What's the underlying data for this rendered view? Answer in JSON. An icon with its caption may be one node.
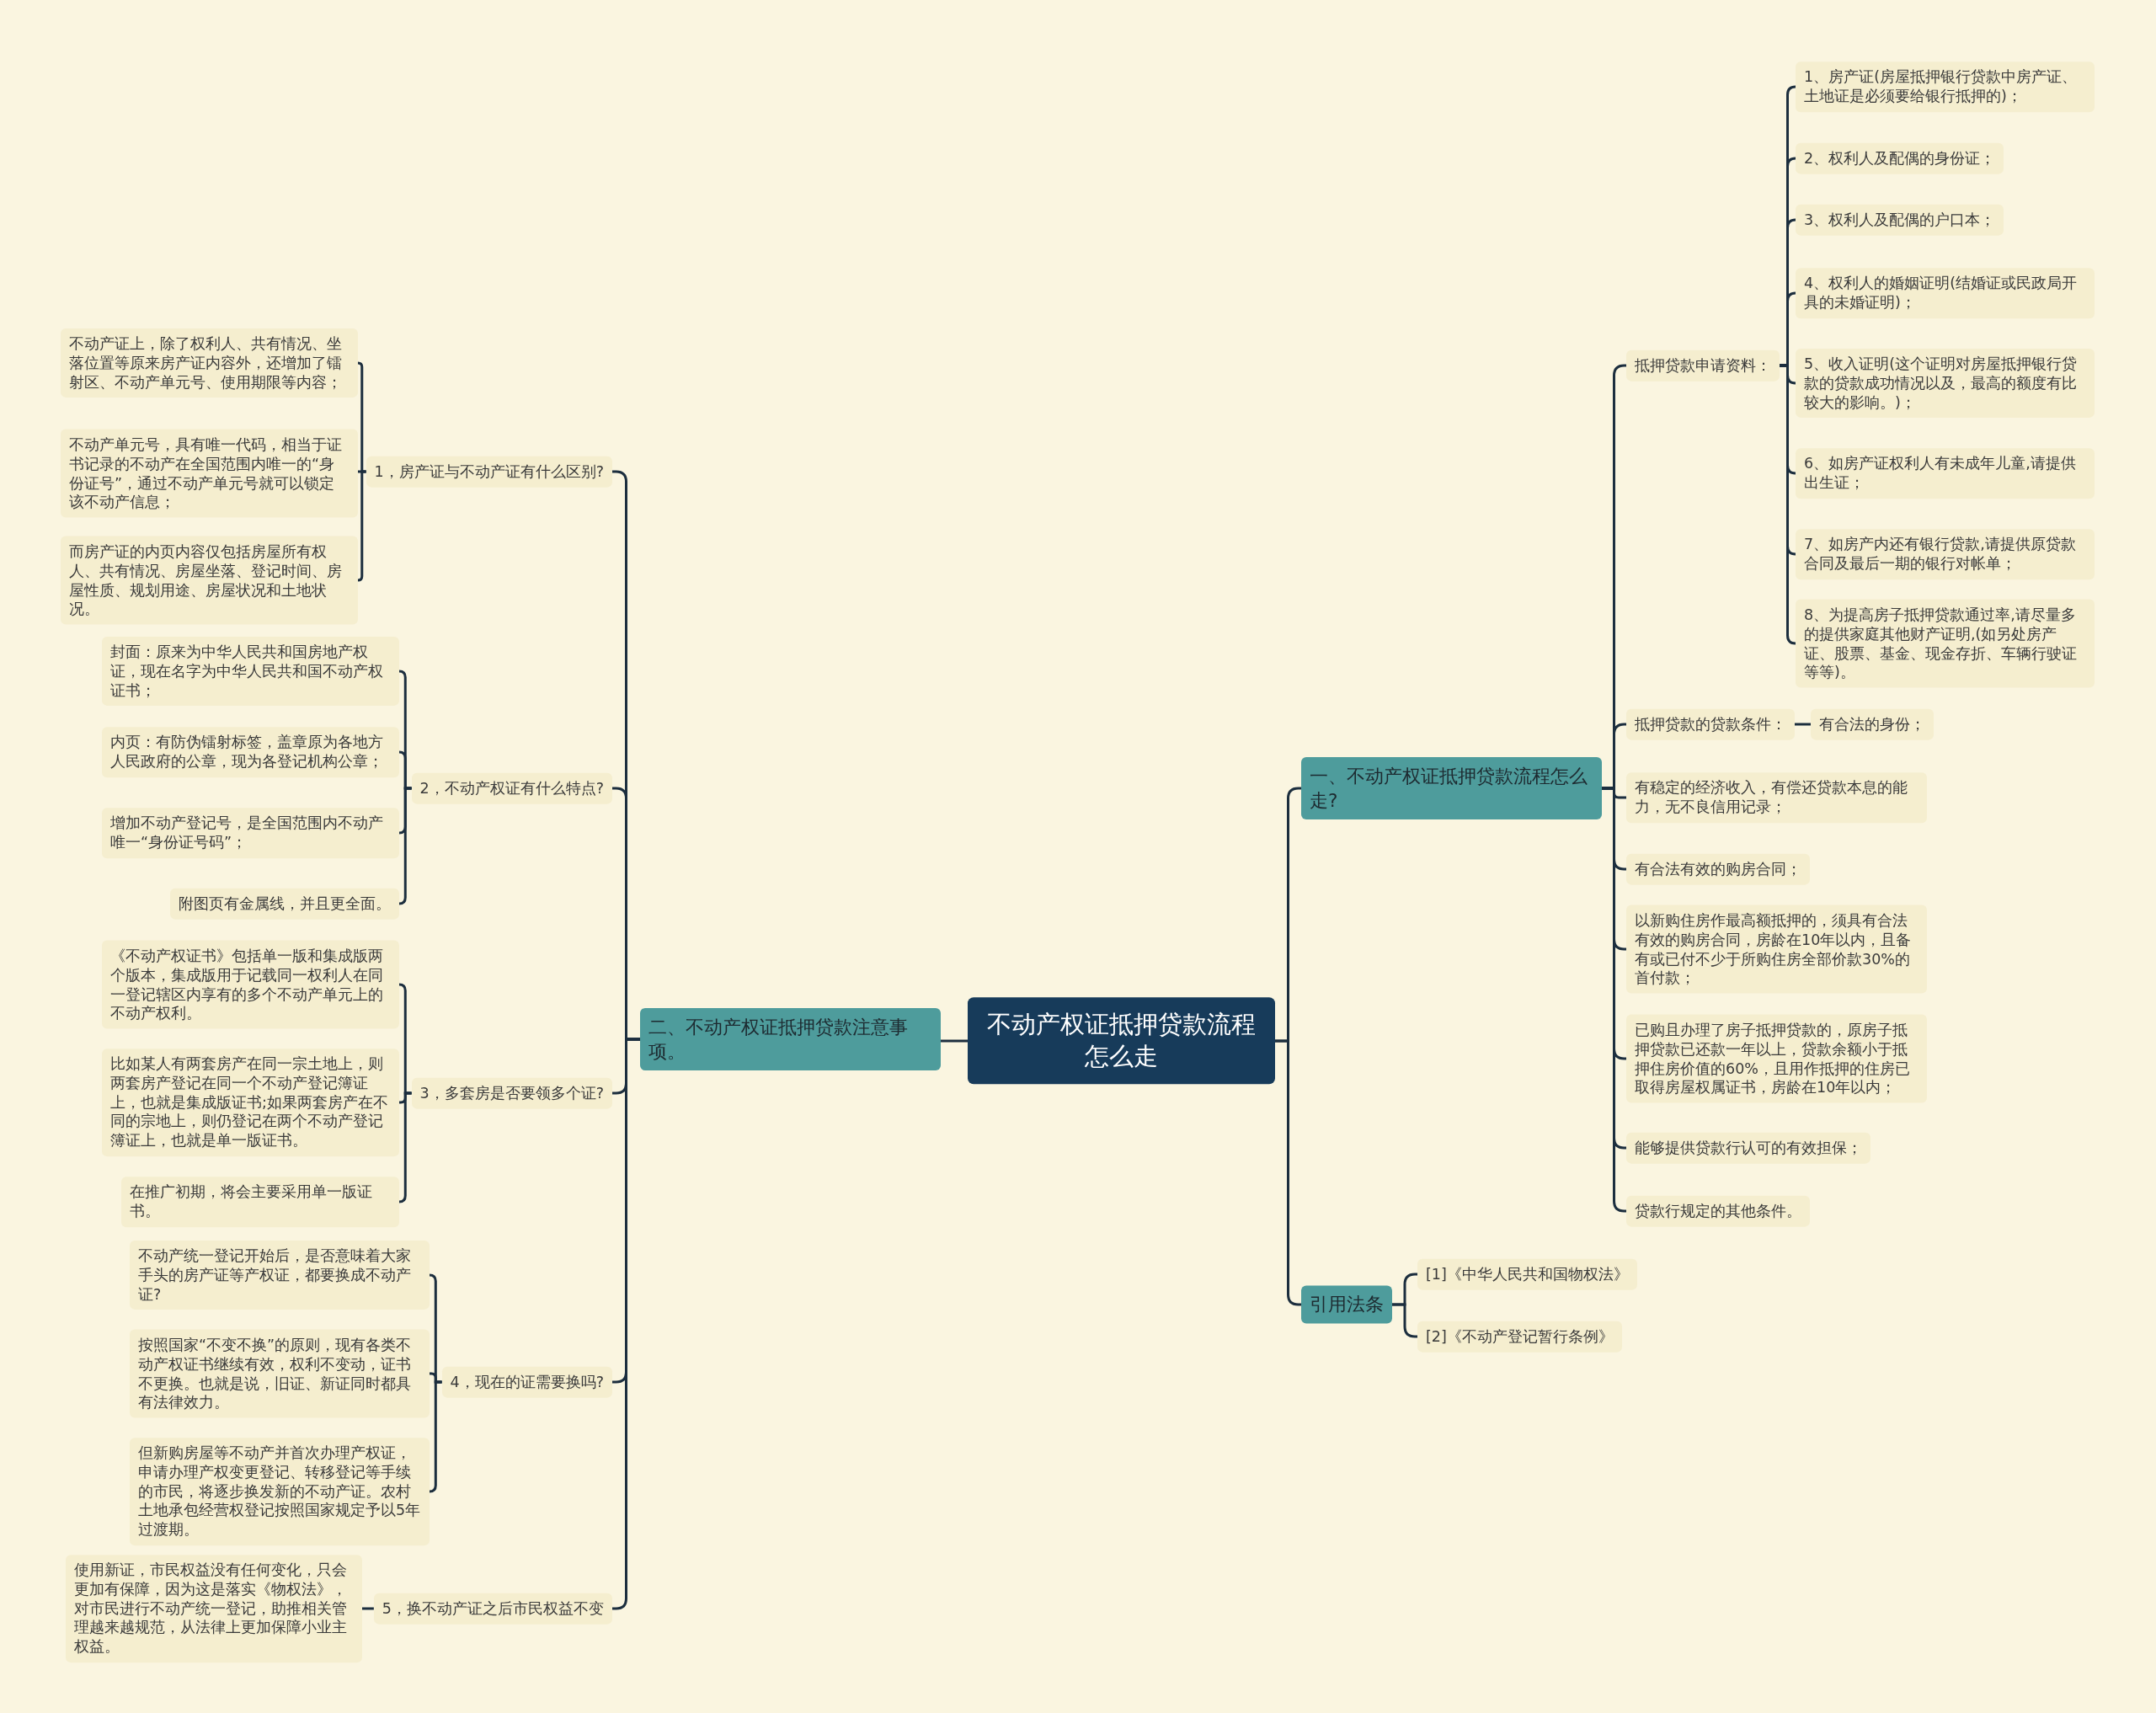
{
  "diagram": {
    "nodes": [
      {
        "text": [
          "不动产权证抵押贷款流程怎么走"
        ]
      },
      {
        "text": [
          "一、不动产权证抵押贷款流程怎么走?"
        ]
      },
      {
        "text": [
          "抵押贷款申请资料："
        ]
      },
      {
        "text": [
          "1、房产证(房屋抵押银行贷款中房产证、土地证是必须要给银行抵押的)；"
        ]
      },
      {
        "text": [
          "2、权利人及配偶的身份证；"
        ]
      },
      {
        "text": [
          "3、权利人及配偶的户口本；"
        ]
      },
      {
        "text": [
          "4、权利人的婚姻证明(结婚证或民政局开具的未婚证明)；"
        ]
      },
      {
        "text": [
          "5、收入证明(这个证明对房屋抵押银行贷款的贷款成功情况以及，最高的额度有比较大的影响。)；"
        ]
      },
      {
        "text": [
          "6、如房产证权利人有未成年儿童,请提供出生证；"
        ]
      },
      {
        "text": [
          "7、如房产内还有银行贷款,请提供原贷款合同及最后一期的银行对帐单；"
        ]
      },
      {
        "text": [
          "8、为提高房子抵押贷款通过率,请尽量多的提供家庭其他财产证明,(如另处房产证、股票、基金、现金存折、车辆行驶证等等)。"
        ]
      },
      {
        "text": [
          "抵押贷款的贷款条件："
        ]
      },
      {
        "text": [
          "有合法的身份；"
        ]
      },
      {
        "text": [
          "有稳定的经济收入，有偿还贷款本息的能力，无不良信用记录；"
        ]
      },
      {
        "text": [
          "有合法有效的购房合同；"
        ]
      },
      {
        "text": [
          "以新购住房作最高额抵押的，须具有合法有效的购房合同，房龄在10年以内，且备有或已付不少于所购住房全部价款30%的首付款；"
        ]
      },
      {
        "text": [
          "已购且办理了房子抵押贷款的，原房子抵押贷款已还款一年以上，贷款余额小于抵押住房价值的60%，且用作抵押的住房已取得房屋权属证书，房龄在10年以内；"
        ]
      },
      {
        "text": [
          "能够提供贷款行认可的有效担保；"
        ]
      },
      {
        "text": [
          "贷款行规定的其他条件。"
        ]
      },
      {
        "text": [
          "引用法条"
        ]
      },
      {
        "text": [
          "[1]《中华人民共和国物权法》"
        ]
      },
      {
        "text": [
          "[2]《不动产登记暂行条例》"
        ]
      },
      {
        "text": [
          "二、不动产权证抵押贷款注意事项。"
        ]
      },
      {
        "text": [
          "1，房产证与不动产证有什么区别?"
        ]
      },
      {
        "text": [
          "不动产证上，除了权利人、共有情况、坐落位置等原来房产证内容外，还增加了镭射区、不动产单元号、使用期限等内容；"
        ]
      },
      {
        "text": [
          "不动产单元号，具有唯一代码，相当于证书记录的不动产在全国范围内唯一的“身份证号”，通过不动产单元号就可以锁定该不动产信息；"
        ]
      },
      {
        "text": [
          "而房产证的内页内容仅包括房屋所有权人、共有情况、房屋坐落、登记时间、房屋性质、规划用途、房屋状况和土地状况。"
        ]
      },
      {
        "text": [
          "2，不动产权证有什么特点?"
        ]
      },
      {
        "text": [
          "封面：原来为中华人民共和国房地产权证，现在名字为中华人民共和国不动产权证书；"
        ]
      },
      {
        "text": [
          "内页：有防伪镭射标签，盖章原为各地方人民政府的公章，现为各登记机构公章；"
        ]
      },
      {
        "text": [
          "增加不动产登记号，是全国范围内不动产唯一“身份证号码”；"
        ]
      },
      {
        "text": [
          "附图页有金属线，并且更全面。"
        ]
      },
      {
        "text": [
          "3，多套房是否要领多个证?"
        ]
      },
      {
        "text": [
          "《不动产权证书》包括单一版和集成版两个版本，集成版用于记载同一权利人在同一登记辖区内享有的多个不动产单元上的不动产权利。"
        ]
      },
      {
        "text": [
          "比如某人有两套房产在同一宗土地上，则两套房产登记在同一个不动产登记簿证上，也就是集成版证书;如果两套房产在不同的宗地上，则仍登记在两个不动产登记簿证上，也就是单一版证书。"
        ]
      },
      {
        "text": [
          "在推广初期，将会主要采用单一版证书。"
        ]
      },
      {
        "text": [
          "4，现在的证需要换吗?"
        ]
      },
      {
        "text": [
          "不动产统一登记开始后，是否意味着大家手头的房产证等产权证，都要换成不动产证?"
        ]
      },
      {
        "text": [
          "按照国家“不变不换”的原则，现有各类不动产权证书继续有效，权利不变动，证书不更换。也就是说，旧证、新证同时都具有法律效力。"
        ]
      },
      {
        "text": [
          "但新购房屋等不动产并首次办理产权证，申请办理产权变更登记、转移登记等手续的市民，将逐步换发新的不动产证。农村土地承包经营权登记按照国家规定予以5年过渡期。"
        ]
      },
      {
        "text": [
          "5，换不动产证之后市民权益不变"
        ]
      },
      {
        "text": [
          "使用新证，市民权益没有任何变化，只会更加有保障，因为这是落实《物权法》，对市民进行不动产统一登记，助推相关管理越来越规范，从法律上更加保障小业主权益。"
        ]
      }
    ],
    "edges": [
      {
        "from": 0,
        "to": 1,
        "arrow": "none"
      },
      {
        "from": 1,
        "to": 2,
        "arrow": "none"
      },
      {
        "from": 2,
        "to": 3,
        "arrow": "none"
      },
      {
        "from": 2,
        "to": 4,
        "arrow": "none"
      },
      {
        "from": 2,
        "to": 5,
        "arrow": "none"
      },
      {
        "from": 2,
        "to": 6,
        "arrow": "none"
      },
      {
        "from": 2,
        "to": 7,
        "arrow": "none"
      },
      {
        "from": 2,
        "to": 8,
        "arrow": "none"
      },
      {
        "from": 2,
        "to": 9,
        "arrow": "none"
      },
      {
        "from": 2,
        "to": 10,
        "arrow": "none"
      },
      {
        "from": 1,
        "to": 11,
        "arrow": "none"
      },
      {
        "from": 11,
        "to": 12,
        "arrow": "none"
      },
      {
        "from": 1,
        "to": 13,
        "arrow": "none"
      },
      {
        "from": 1,
        "to": 14,
        "arrow": "none"
      },
      {
        "from": 1,
        "to": 15,
        "arrow": "none"
      },
      {
        "from": 1,
        "to": 16,
        "arrow": "none"
      },
      {
        "from": 1,
        "to": 17,
        "arrow": "none"
      },
      {
        "from": 1,
        "to": 18,
        "arrow": "none"
      },
      {
        "from": 0,
        "to": 19,
        "arrow": "none"
      },
      {
        "from": 19,
        "to": 20,
        "arrow": "none"
      },
      {
        "from": 19,
        "to": 21,
        "arrow": "none"
      },
      {
        "from": 0,
        "to": 22,
        "arrow": "none"
      },
      {
        "from": 22,
        "to": 23,
        "arrow": "none"
      },
      {
        "from": 23,
        "to": 24,
        "arrow": "none"
      },
      {
        "from": 23,
        "to": 25,
        "arrow": "none"
      },
      {
        "from": 23,
        "to": 26,
        "arrow": "none"
      },
      {
        "from": 22,
        "to": 27,
        "arrow": "none"
      },
      {
        "from": 27,
        "to": 28,
        "arrow": "none"
      },
      {
        "from": 27,
        "to": 29,
        "arrow": "none"
      },
      {
        "from": 27,
        "to": 30,
        "arrow": "none"
      },
      {
        "from": 27,
        "to": 31,
        "arrow": "none"
      },
      {
        "from": 22,
        "to": 32,
        "arrow": "none"
      },
      {
        "from": 32,
        "to": 33,
        "arrow": "none"
      },
      {
        "from": 32,
        "to": 34,
        "arrow": "none"
      },
      {
        "from": 32,
        "to": 35,
        "arrow": "none"
      },
      {
        "from": 22,
        "to": 36,
        "arrow": "none"
      },
      {
        "from": 36,
        "to": 37,
        "arrow": "none"
      },
      {
        "from": 36,
        "to": 38,
        "arrow": "none"
      },
      {
        "from": 36,
        "to": 39,
        "arrow": "none"
      },
      {
        "from": 22,
        "to": 40,
        "arrow": "none"
      },
      {
        "from": 40,
        "to": 41,
        "arrow": "none"
      }
    ]
  }
}
